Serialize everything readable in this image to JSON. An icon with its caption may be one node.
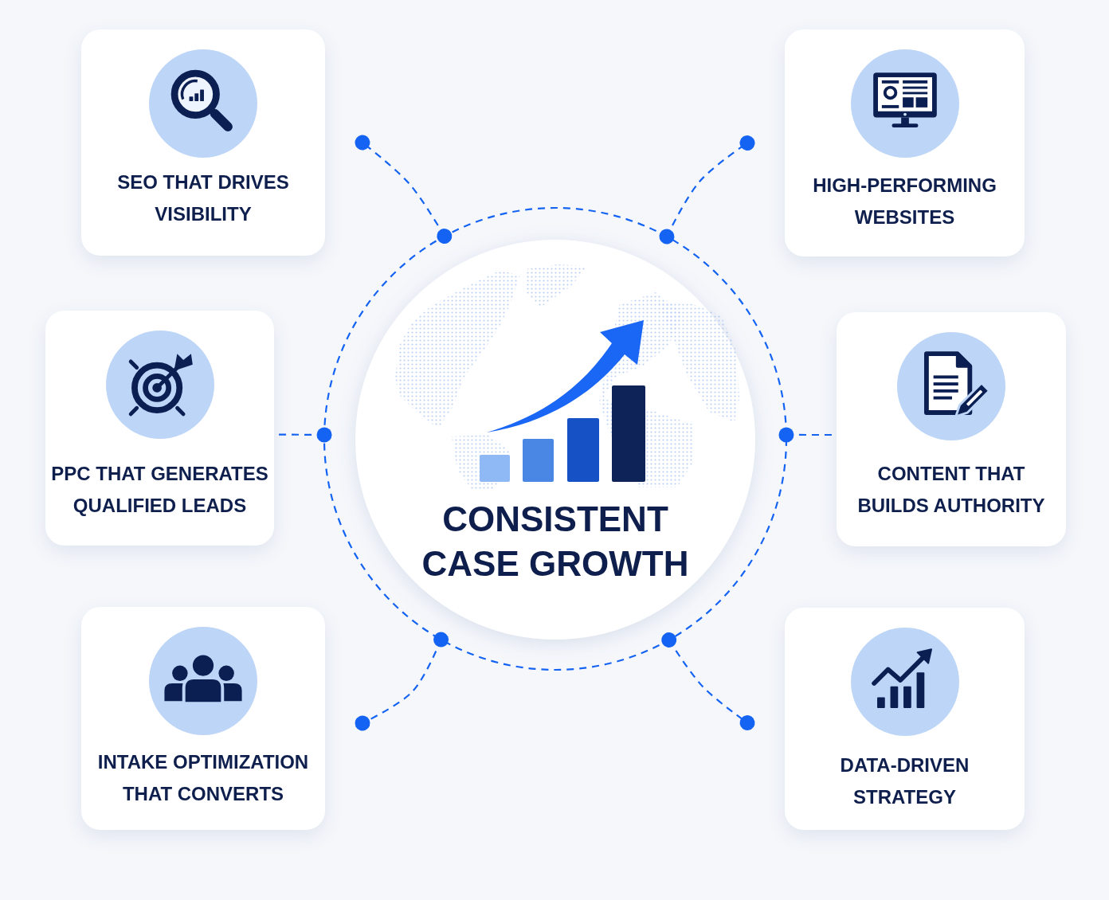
{
  "diagram": {
    "nodes": [
      {
        "text": [
          "SEO THAT DRIVES VISIBILITY"
        ]
      },
      {
        "text": [
          "HIGH-PERFORMING WEBSITES"
        ]
      },
      {
        "text": [
          "PPC THAT GENERATES QUALIFIED LEADS"
        ]
      },
      {
        "text": [
          "CONSISTENT CASE GROWTH"
        ]
      },
      {
        "text": [
          "CONTENT THAT BUILDS AUTHORITY"
        ]
      },
      {
        "text": [
          "INTAKE OPTIMIZATION THAT CONVERTS"
        ]
      },
      {
        "text": [
          "DATA-DRIVEN STRATEGY"
        ]
      }
    ],
    "edges": [
      {
        "from": 3,
        "to": 0,
        "arrow": "other",
        "style": "dashed"
      },
      {
        "from": 3,
        "to": 1,
        "arrow": "other",
        "style": "dashed"
      },
      {
        "from": 3,
        "to": 2,
        "arrow": "other",
        "style": "dashed"
      },
      {
        "from": 3,
        "to": 4,
        "arrow": "other",
        "style": "dashed"
      },
      {
        "from": 3,
        "to": 5,
        "arrow": "other",
        "style": "dashed"
      },
      {
        "from": 3,
        "to": 6,
        "arrow": "other",
        "style": "dashed"
      }
    ]
  }
}
